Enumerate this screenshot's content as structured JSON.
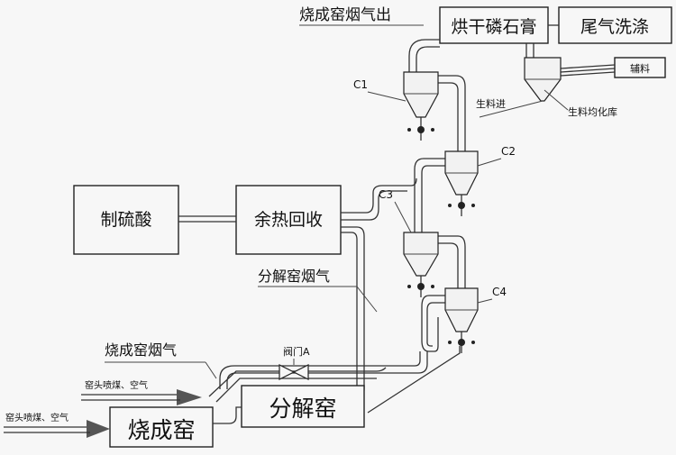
{
  "boxes": {
    "flue_out_label": "烧成窑烟气出",
    "dryer": "烘干磷石膏",
    "tail_wash": "尾气洗涤",
    "aux": "辅料",
    "acid": "制硫酸",
    "heat": "余热回收",
    "decomp_kiln": "分解窑",
    "sinter_kiln": "烧成窑"
  },
  "labels": {
    "raw_in": "生料进",
    "raw_silo": "生料均化库",
    "decomp_flue": "分解窑烟气",
    "sinter_flue": "烧成窑烟气",
    "valve": "阀门A",
    "head_coal_1": "窑头喷煤、空气",
    "head_coal_2": "窑头喷煤、空气"
  },
  "cyclones": [
    "C1",
    "C2",
    "C3",
    "C4"
  ]
}
